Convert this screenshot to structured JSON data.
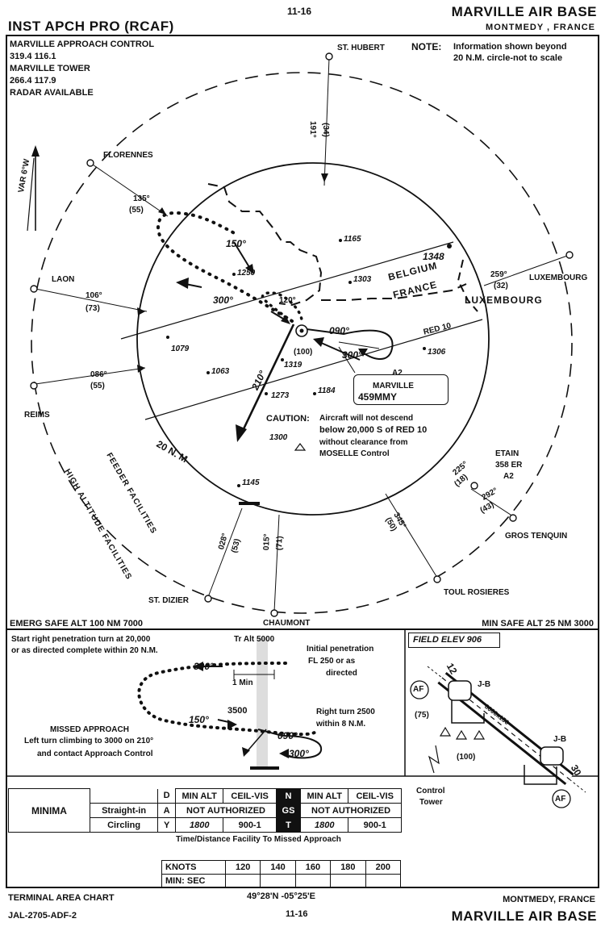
{
  "header": {
    "left_title": "INST APCH PRO (RCAF)",
    "center_code": "11-16",
    "right_title": "MARVILLE AIR BASE",
    "right_subtitle": "MONTMEDY , FRANCE"
  },
  "comms": {
    "approach_label": "MARVILLE APPROACH CONTROL",
    "approach_freqs": "319.4    116.1",
    "tower_label": "MARVILLE TOWER",
    "tower_freqs": "266.4    117.9",
    "radar": "RADAR AVAILABLE"
  },
  "note": {
    "label": "NOTE:",
    "line1": "Information shown beyond",
    "line2": "20 N.M. circle-not to scale"
  },
  "plan_view": {
    "var": "VAR 6°W",
    "facilities": [
      {
        "name": "ST. HUBERT"
      },
      {
        "name": "FLORENNES",
        "bearing": "135°",
        "dist": "(55)"
      },
      {
        "name": "LAON",
        "bearing": "106°",
        "dist": "(73)"
      },
      {
        "name": "REIMS",
        "bearing": "086°",
        "dist": "(55)"
      },
      {
        "name": "ST. DIZIER",
        "bearing": "028°",
        "dist": "(53)"
      },
      {
        "name": "CHAUMONT",
        "bearing": "015°",
        "dist": "(71)"
      },
      {
        "name": "TOUL ROSIERES",
        "bearing": "345°",
        "dist": "(50)"
      },
      {
        "name": "GROS TENQUIN",
        "bearing": "292°",
        "dist": "(43)"
      },
      {
        "name": "LUXEMBOURG",
        "bearing": "259°",
        "dist": "(32)"
      }
    ],
    "st_hubert_bearing": "191°",
    "st_hubert_dist": "(34)",
    "etain": {
      "name": "ETAIN",
      "ident": "358 ER",
      "class": "A2",
      "bearing": "225°",
      "dist": "(18)"
    },
    "elevations": [
      "1165",
      "1348",
      "1303",
      "1250",
      "1079",
      "1063",
      "1319",
      "1273",
      "1184",
      "1306",
      "1300",
      "1145"
    ],
    "country_labels": [
      "BELGIUM",
      "FRANCE",
      "LUXEMBOURG"
    ],
    "airway": "RED 10",
    "headings": [
      "150°",
      "300°",
      "120°",
      "090°",
      "300°",
      "210°"
    ],
    "station_elev": "(100)",
    "ndb_box": {
      "class": "A2",
      "name": "MARVILLE",
      "ident": "459MMY"
    },
    "caution": {
      "label": "CAUTION:",
      "line1": "Aircraft will not descend",
      "line2": "below 20,000 S of RED 10",
      "line3": "without clearance from",
      "line4": "MOSELLE Control"
    },
    "ring_label": "20 N. M",
    "feeder": "FEEDER FACILITIES",
    "high_alt": "HIGH ALTITUDE FACILITIES"
  },
  "alts": {
    "emerg": "EMERG SAFE ALT 100 NM 7000",
    "min": "MIN SAFE ALT 25 NM 3000"
  },
  "profile": {
    "start1": "Start right penetration turn at 20,000",
    "start2": "or as directed complete within 20 N.M.",
    "tr_alt": "Tr Alt 5000",
    "init1": "Initial penetration",
    "init2": "FL 250 or as",
    "init3": "directed",
    "one_min": "1 Min",
    "h300a": "300°",
    "h150": "150°",
    "alt3500": "3500",
    "right_turn1": "Right turn 2500",
    "right_turn2": "within 8 N.M.",
    "h090": "090°",
    "h300b": "300°",
    "missed_title": "MISSED APPROACH",
    "missed1": "Left turn climbing to 3000 on 210°",
    "missed2": "and contact Approach Control"
  },
  "airport": {
    "field_elev": "FIELD ELEV 906",
    "rwy12": "12",
    "rwy30": "30",
    "jb1": "J-B",
    "jb2": "J-B",
    "rwy_dims": "8000x150",
    "af1": "AF",
    "af2": "AF",
    "obst": "(75)",
    "elev100": "(100)",
    "tower1": "Control",
    "tower2": "Tower"
  },
  "minima": {
    "label": "MINIMA",
    "col_d": "D",
    "col_a": "A",
    "col_y": "Y",
    "min_alt": "MIN ALT",
    "ceil_vis": "CEIL-VIS",
    "mid_n": "N",
    "mid_gs": "GS",
    "mid_t": "T",
    "straight": "Straight-in",
    "circling": "Circling",
    "not_auth": "NOT AUTHORIZED",
    "circ_alt": "1800",
    "circ_cv": "900-1"
  },
  "timing": {
    "title": "Time/Distance Facility To Missed Approach",
    "knots_label": "KNOTS",
    "min_sec_label": "MIN: SEC",
    "speeds": [
      "120",
      "140",
      "160",
      "180",
      "200"
    ]
  },
  "footer": {
    "left1": "TERMINAL AREA CHART",
    "left2": "JAL-2705-ADF-2",
    "center_coord": "49°28'N -05°25'E",
    "center_code": "11-16",
    "right1": "MONTMEDY, FRANCE",
    "right2": "MARVILLE AIR BASE"
  }
}
